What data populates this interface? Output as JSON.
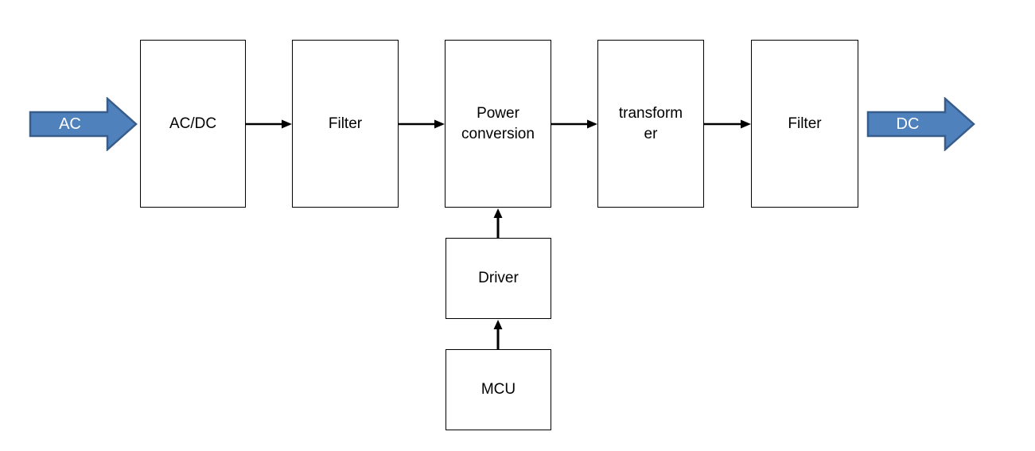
{
  "diagram": {
    "type": "block-diagram",
    "description": "AC to DC power supply block diagram",
    "colors": {
      "background": "#ffffff",
      "box_fill": "#ffffff",
      "box_border": "#000000",
      "box_text": "#000000",
      "connector_line": "#000000",
      "io_arrow_fill": "#4f81bd",
      "io_arrow_border": "#385d8a",
      "io_arrow_text": "#ffffff"
    },
    "input_arrow": {
      "label": "AC"
    },
    "output_arrow": {
      "label": "DC"
    },
    "blocks": [
      {
        "name": "ac-dc",
        "label": "AC/DC",
        "lines": [
          "AC/DC"
        ]
      },
      {
        "name": "filter-1",
        "label": "Filter",
        "lines": [
          "Filter"
        ]
      },
      {
        "name": "power-conversion",
        "label": "Power conversion",
        "lines": [
          "Power",
          "conversion"
        ]
      },
      {
        "name": "transformer",
        "label": "transformer",
        "lines": [
          "transform",
          "er"
        ]
      },
      {
        "name": "filter-2",
        "label": "Filter",
        "lines": [
          "Filter"
        ]
      },
      {
        "name": "driver",
        "label": "Driver",
        "lines": [
          "Driver"
        ]
      },
      {
        "name": "mcu",
        "label": "MCU",
        "lines": [
          "MCU"
        ]
      }
    ],
    "connections": [
      {
        "from": "AC/DC",
        "to": "Filter",
        "direction": "right"
      },
      {
        "from": "Filter",
        "to": "Power conversion",
        "direction": "right"
      },
      {
        "from": "Power conversion",
        "to": "transformer",
        "direction": "right"
      },
      {
        "from": "transformer",
        "to": "Filter",
        "direction": "right"
      },
      {
        "from": "Driver",
        "to": "Power conversion",
        "direction": "up"
      },
      {
        "from": "MCU",
        "to": "Driver",
        "direction": "up"
      }
    ]
  }
}
